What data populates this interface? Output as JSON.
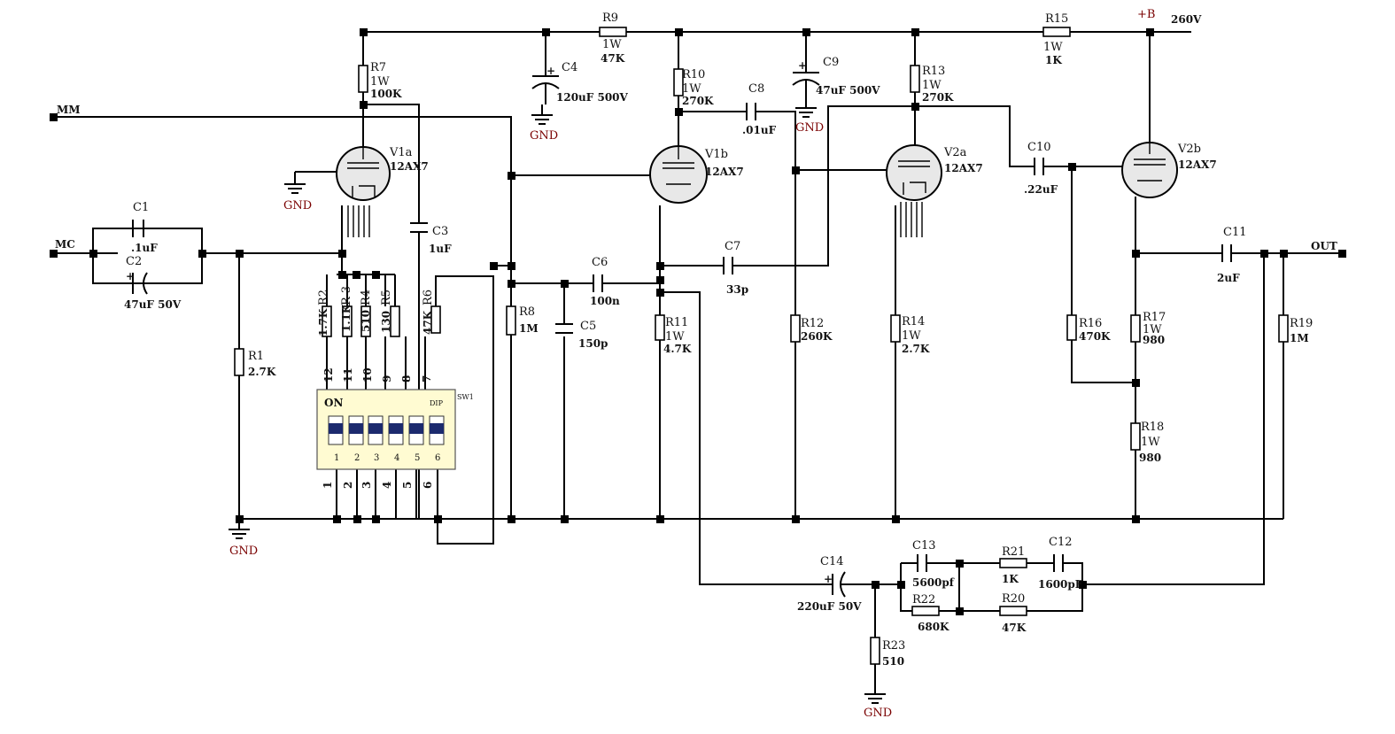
{
  "net_labels": {
    "mm": "MM",
    "mc": "MC",
    "out": "OUT",
    "bplus": "+B",
    "volt": "260V"
  },
  "gnd": "GND",
  "tubes": {
    "v1a": {
      "ref": "V1a",
      "type": "12AX7"
    },
    "v1b": {
      "ref": "V1b",
      "type": "12AX7"
    },
    "v2a": {
      "ref": "V2a",
      "type": "12AX7"
    },
    "v2b": {
      "ref": "V2b",
      "type": "12AX7"
    }
  },
  "resistors": {
    "r1": {
      "ref": "R1",
      "value": "2.7K"
    },
    "r2": {
      "ref": "R2",
      "value": "1.7K"
    },
    "r3": {
      "ref": "R 3",
      "value": "1.1K"
    },
    "r4": {
      "ref": "R4",
      "value": "510"
    },
    "r5": {
      "ref": "R5",
      "value": "130"
    },
    "r6": {
      "ref": "R6",
      "value": "47K"
    },
    "r7": {
      "ref": "R7",
      "power": "1W",
      "value": "100K"
    },
    "r8": {
      "ref": "R8",
      "value": "1M"
    },
    "r9": {
      "ref": "R9",
      "power": "1W",
      "value": "47K"
    },
    "r10": {
      "ref": "R10",
      "power": "1W",
      "value": "270K"
    },
    "r11": {
      "ref": "R11",
      "power": "1W",
      "value": "4.7K"
    },
    "r12": {
      "ref": "R12",
      "value": "260K"
    },
    "r13": {
      "ref": "R13",
      "power": "1W",
      "value": "270K"
    },
    "r14": {
      "ref": "R14",
      "power": "1W",
      "value": "2.7K"
    },
    "r15": {
      "ref": "R15",
      "power": "1W",
      "value": "1K"
    },
    "r16": {
      "ref": "R16",
      "value": "470K"
    },
    "r17": {
      "ref": "R17",
      "power": "1W",
      "value": "980"
    },
    "r18": {
      "ref": "R18",
      "power": "1W",
      "value": "980"
    },
    "r19": {
      "ref": "R19",
      "value": "1M"
    },
    "r20": {
      "ref": "R20",
      "value": "47K"
    },
    "r21": {
      "ref": "R21",
      "value": "1K"
    },
    "r22": {
      "ref": "R22",
      "value": "680K"
    },
    "r23": {
      "ref": "R23",
      "value": "510"
    }
  },
  "capacitors": {
    "c1": {
      "ref": "C1",
      "value": ".1uF"
    },
    "c2": {
      "ref": "C2",
      "value": "47uF 50V"
    },
    "c3": {
      "ref": "C3",
      "value": "1uF"
    },
    "c4": {
      "ref": "C4",
      "value": "120uF 500V"
    },
    "c5": {
      "ref": "C5",
      "value": "150p"
    },
    "c6": {
      "ref": "C6",
      "value": "100n"
    },
    "c7": {
      "ref": "C7",
      "value": "33p"
    },
    "c8": {
      "ref": "C8",
      "value": ".01uF"
    },
    "c9": {
      "ref": "C9",
      "value": "47uF 500V"
    },
    "c10": {
      "ref": "C10",
      "value": ".22uF"
    },
    "c11": {
      "ref": "C11",
      "value": "2uF"
    },
    "c12": {
      "ref": "C12",
      "value": "1600pF"
    },
    "c13": {
      "ref": "C13",
      "value": "5600pf"
    },
    "c14": {
      "ref": "C14",
      "value": "220uF 50V"
    }
  },
  "dip_switch": {
    "ref": "SW1",
    "on_label": "ON",
    "corner_mark": "DIP",
    "switch_numbers": [
      "1",
      "2",
      "3",
      "4",
      "5",
      "6"
    ],
    "top_pins": [
      "12",
      "11",
      "10",
      "9",
      "8",
      "7"
    ],
    "bottom_pins": [
      "1",
      "2",
      "3",
      "4",
      "5",
      "6"
    ]
  }
}
